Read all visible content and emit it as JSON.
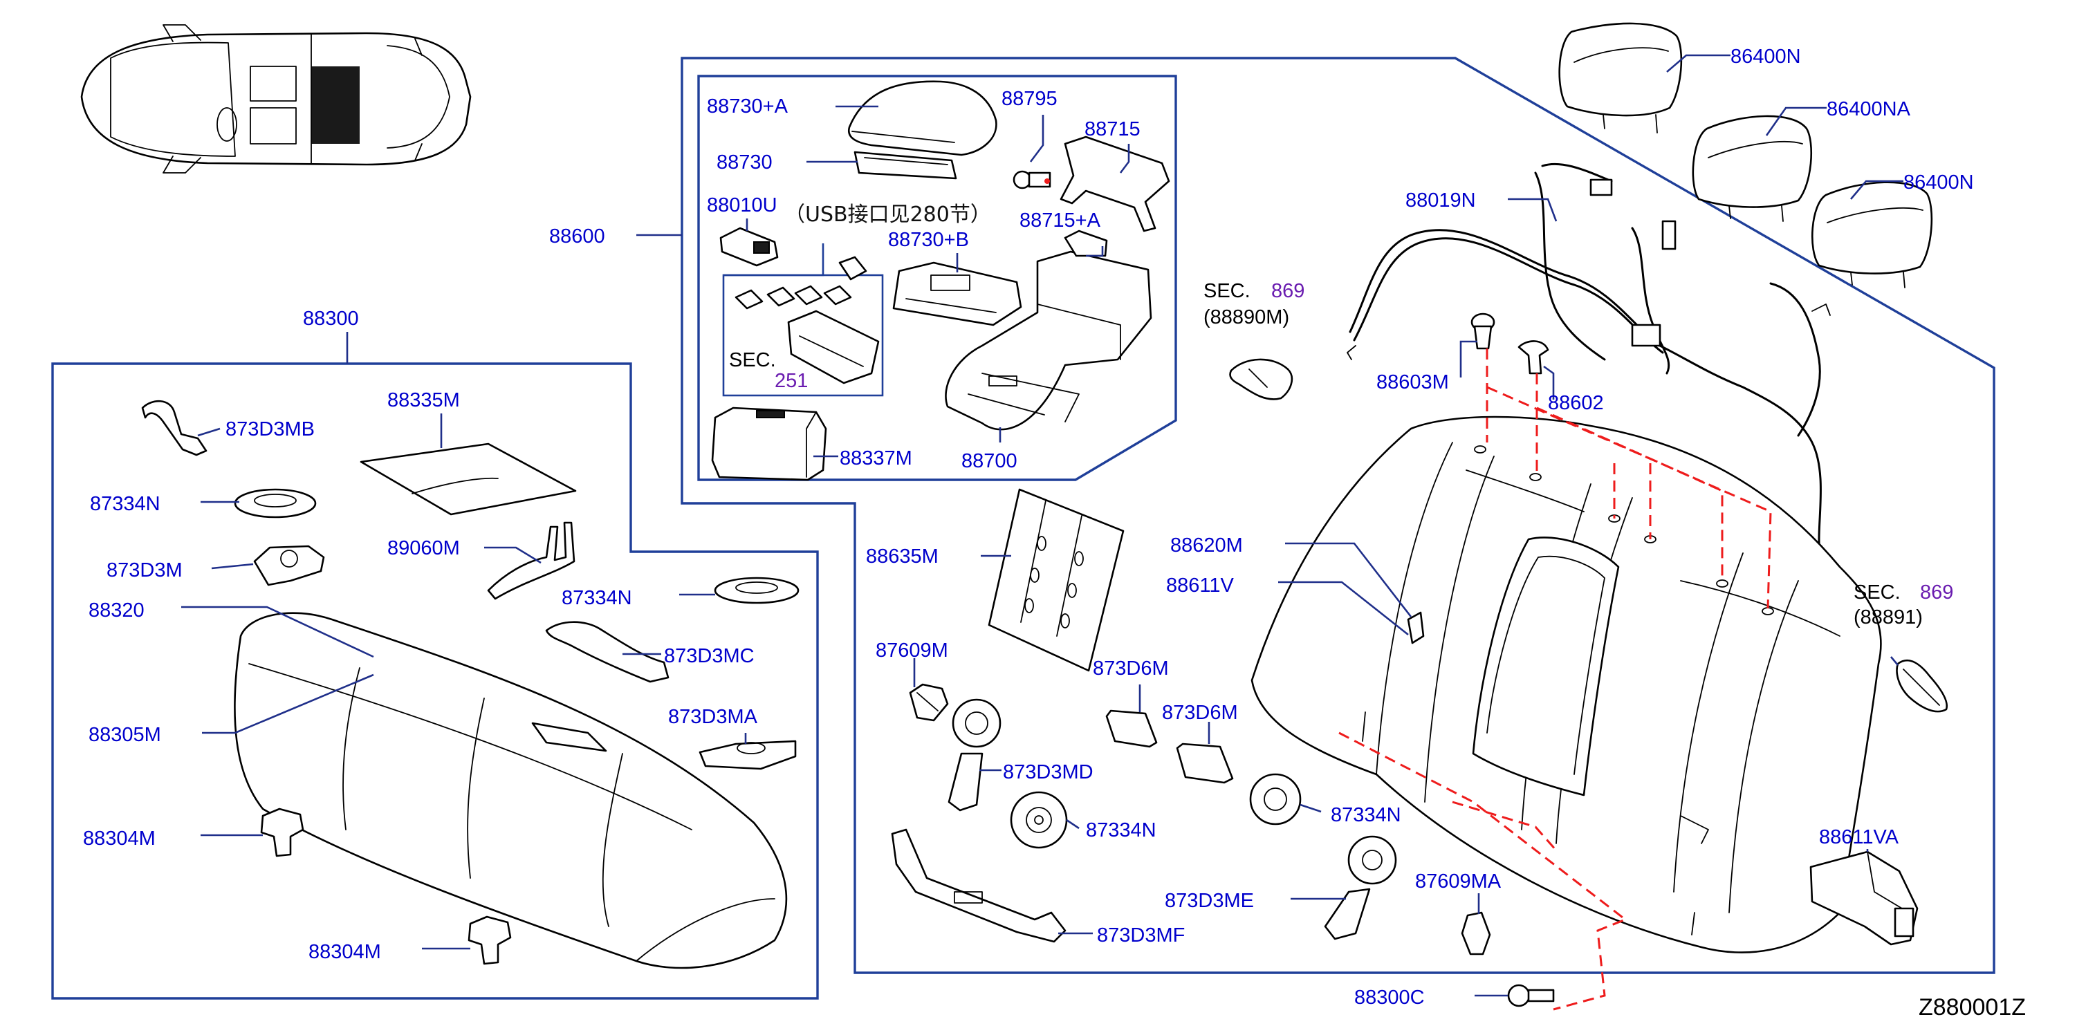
{
  "diagram_code": "Z880001Z",
  "note": "（USB接口见280节）",
  "sections": [
    {
      "prefix": "SEC.",
      "number": "869",
      "ref": "(88890M)"
    },
    {
      "prefix": "SEC.",
      "number": "251"
    },
    {
      "prefix": "SEC.",
      "number": "869",
      "ref": "(88891)"
    }
  ],
  "parts": {
    "p86400n_a": "86400N",
    "p86400na": "86400NA",
    "p86400n_b": "86400N",
    "p88019n": "88019N",
    "p88603m": "88603M",
    "p88602": "88602",
    "p88600": "88600",
    "p88730a": "88730+A",
    "p88795": "88795",
    "p88715": "88715",
    "p88730": "88730",
    "p88010u": "88010U",
    "p88715a": "88715+A",
    "p88730b": "88730+B",
    "p88337m": "88337M",
    "p88700": "88700",
    "p88300": "88300",
    "p873d3mb": "873D3MB",
    "p88335m": "88335M",
    "p87334n_a": "87334N",
    "p873d3m": "873D3M",
    "p89060m": "89060M",
    "p88320": "88320",
    "p87334n_b": "87334N",
    "p873d3mc": "873D3MC",
    "p88305m": "88305M",
    "p873d3ma": "873D3MA",
    "p88304m_a": "88304M",
    "p88304m_b": "88304M",
    "p88635m": "88635M",
    "p88620m": "88620M",
    "p88611v": "88611V",
    "p87609m": "87609M",
    "p873d6m_a": "873D6M",
    "p873d6m_b": "873D6M",
    "p873d3md": "873D3MD",
    "p87334n_c": "87334N",
    "p87334n_d": "87334N",
    "p873d3me": "873D3ME",
    "p87609ma": "87609MA",
    "p873d3mf": "873D3MF",
    "p88611va": "88611VA",
    "p88300c": "88300C"
  }
}
